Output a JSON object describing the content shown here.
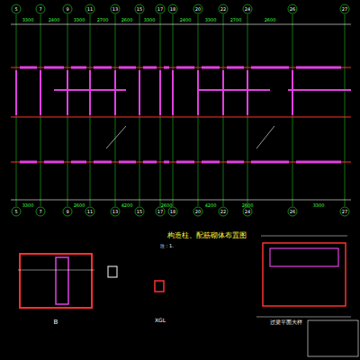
{
  "diagram": {
    "title": "构造柱、配筋砌体布置图",
    "labels": [
      "5",
      "7",
      "9",
      "11",
      "13",
      "15",
      "17",
      "18",
      "20",
      "22",
      "24",
      "26",
      "27",
      "5",
      "7",
      "9",
      "11",
      "13",
      "15",
      "17",
      "18",
      "20",
      "22",
      "24",
      "26",
      "27",
      "3300",
      "2400",
      "3300",
      "2700",
      "2600",
      "3300",
      "2400",
      "3300",
      "2700",
      "2600",
      "3300",
      "2600",
      "4200",
      "2600",
      "4200",
      "2600",
      "3300",
      "注：1.",
      "B",
      "XGL",
      "过梁平面大样"
    ]
  }
}
